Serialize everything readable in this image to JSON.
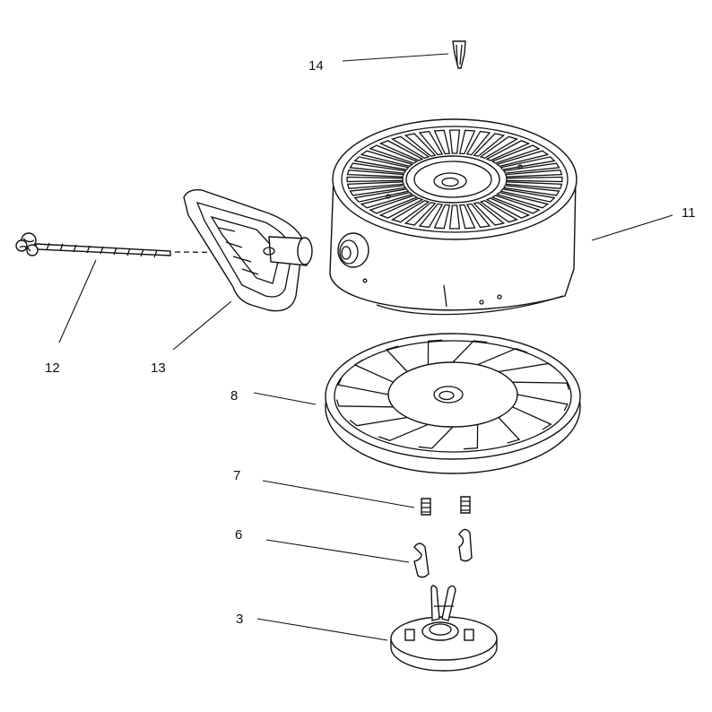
{
  "callouts": {
    "c14": "14",
    "c11": "11",
    "c12": "12",
    "c13": "13",
    "c8": "8",
    "c7": "7",
    "c6": "6",
    "c3": "3"
  },
  "colors": {
    "ink": "#111111",
    "paper": "#ffffff"
  }
}
